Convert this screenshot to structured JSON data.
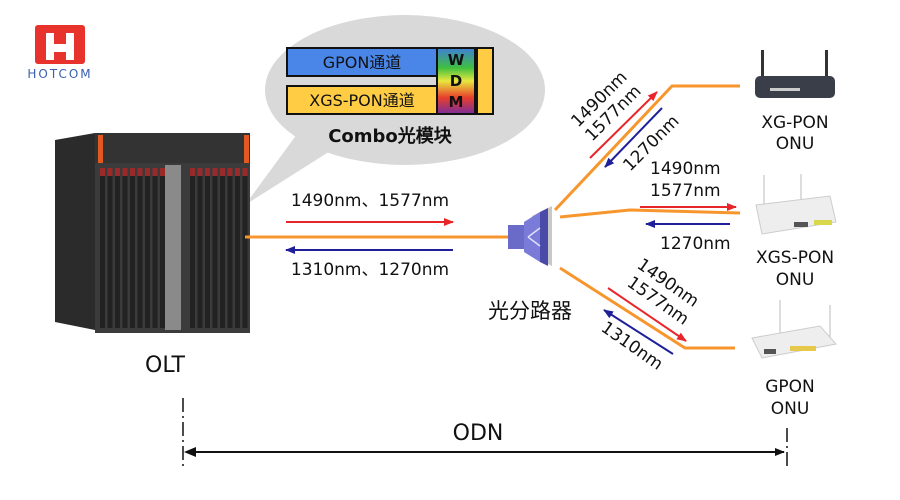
{
  "logo": {
    "text": "HOTCOM",
    "color": "#e8322c",
    "text_color": "#3a5fb0"
  },
  "module": {
    "channel_gpon": "GPON通道",
    "channel_xgspon": "XGS-PON通道",
    "wdm_letters": [
      "W",
      "D",
      "M"
    ],
    "title": "Combo光模块"
  },
  "olt": {
    "label": "OLT"
  },
  "trunk": {
    "downstream": "1490nm、1577nm",
    "upstream": "1310nm、1270nm"
  },
  "splitter": {
    "label": "光分路器"
  },
  "branches": {
    "xgpon": {
      "down_1": "1490nm",
      "down_2": "1577nm",
      "up": "1270nm"
    },
    "xgspon": {
      "down_1": "1490nm",
      "down_2": "1577nm",
      "up": "1270nm"
    },
    "gpon": {
      "down_1": "1490nm",
      "down_2": "1577nm",
      "up": "1310nm"
    }
  },
  "onus": [
    {
      "line1": "XG-PON",
      "line2": "ONU"
    },
    {
      "line1": "XGS-PON",
      "line2": "ONU"
    },
    {
      "line1": "GPON",
      "line2": "ONU"
    }
  ],
  "odn": {
    "label": "ODN"
  },
  "colors": {
    "fiber": "#f7962c",
    "downstream": "#e8262a",
    "upstream": "#1f1f9a",
    "bubble": "#d9d9d9",
    "gpon_channel": "#4a86e8",
    "xgspon_channel": "#ffcc44"
  }
}
